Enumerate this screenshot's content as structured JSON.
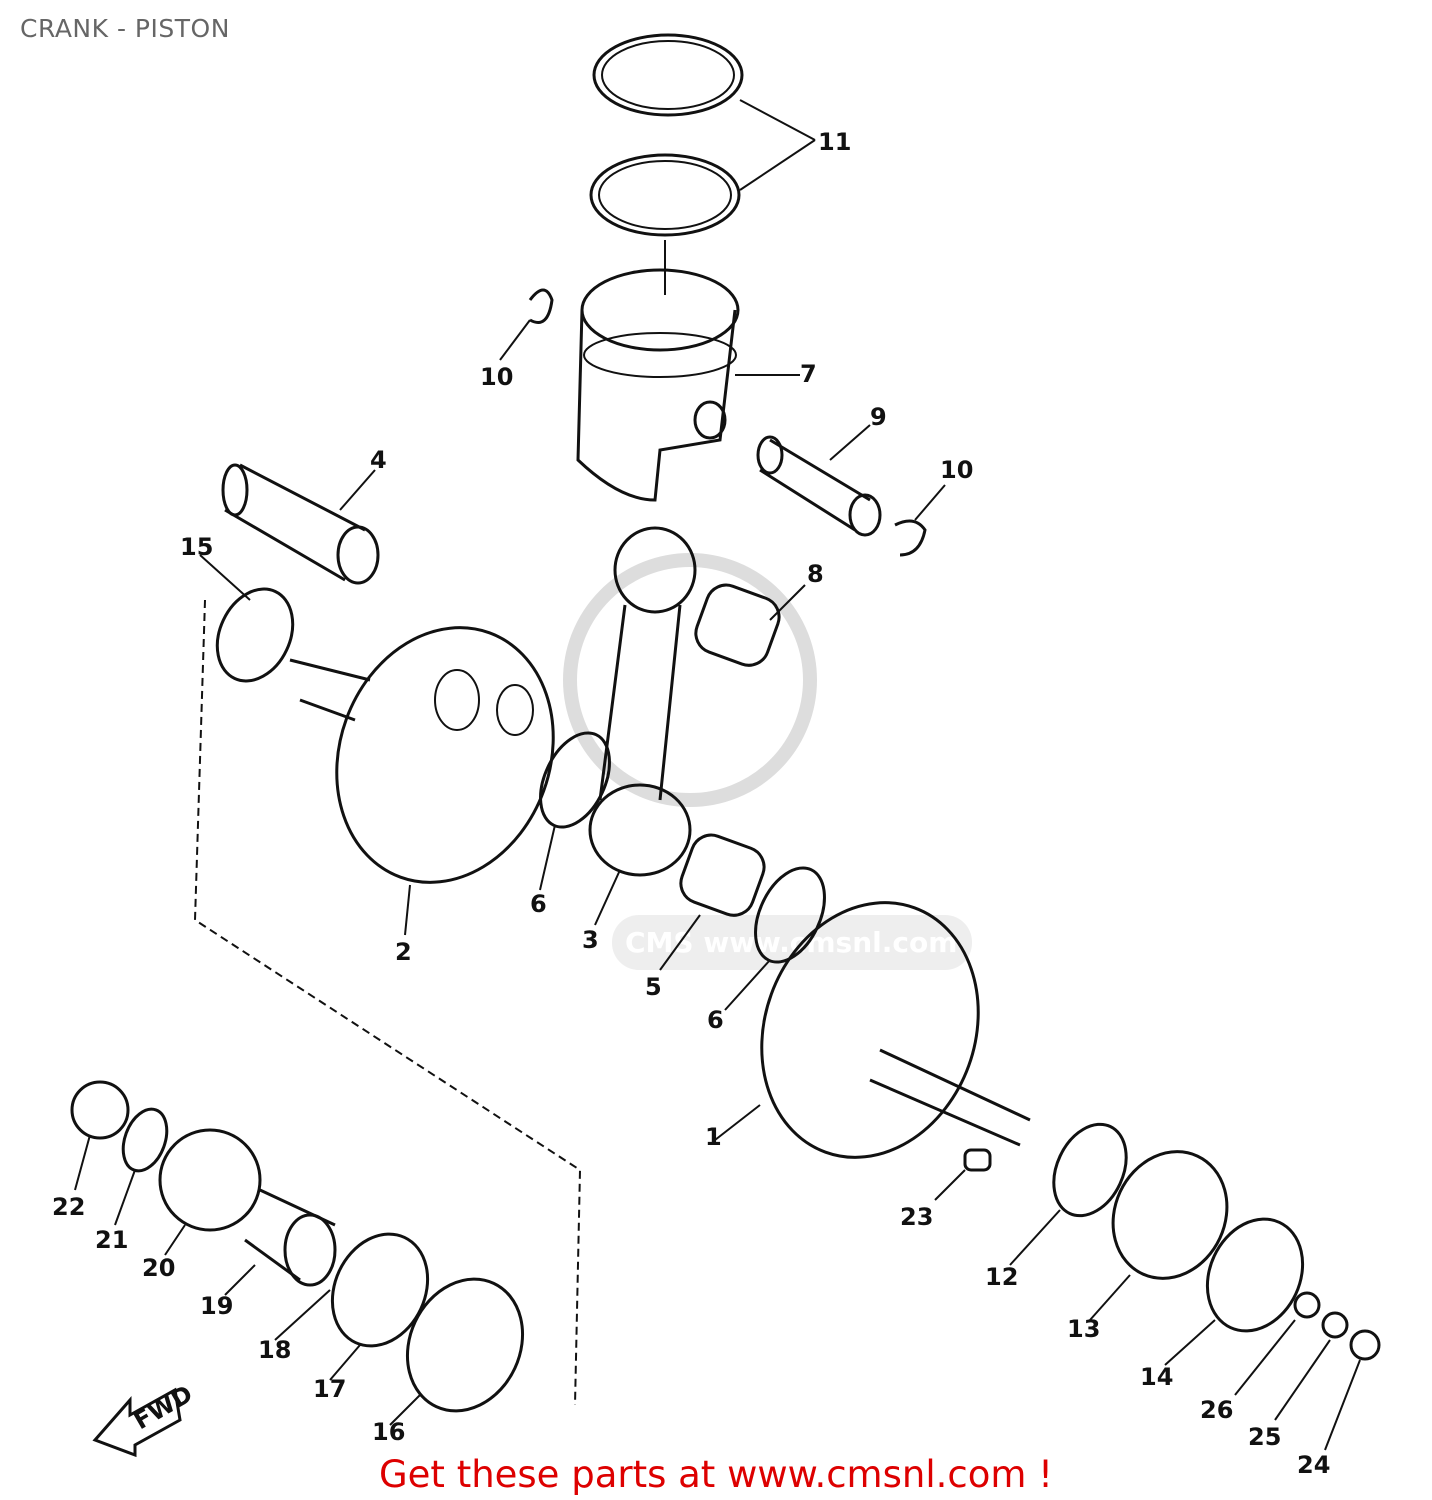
{
  "title": "CRANK - PISTON",
  "footer": "Get these parts at www.cmsnl.com !",
  "watermark": "CMS www.cmsnl.com",
  "callouts": [
    "1",
    "2",
    "3",
    "4",
    "5",
    "6",
    "6",
    "7",
    "8",
    "9",
    "10",
    "10",
    "11",
    "12",
    "13",
    "14",
    "15",
    "16",
    "17",
    "18",
    "19",
    "20",
    "21",
    "22",
    "23",
    "24",
    "25",
    "26"
  ],
  "fwd_label": "FWD"
}
